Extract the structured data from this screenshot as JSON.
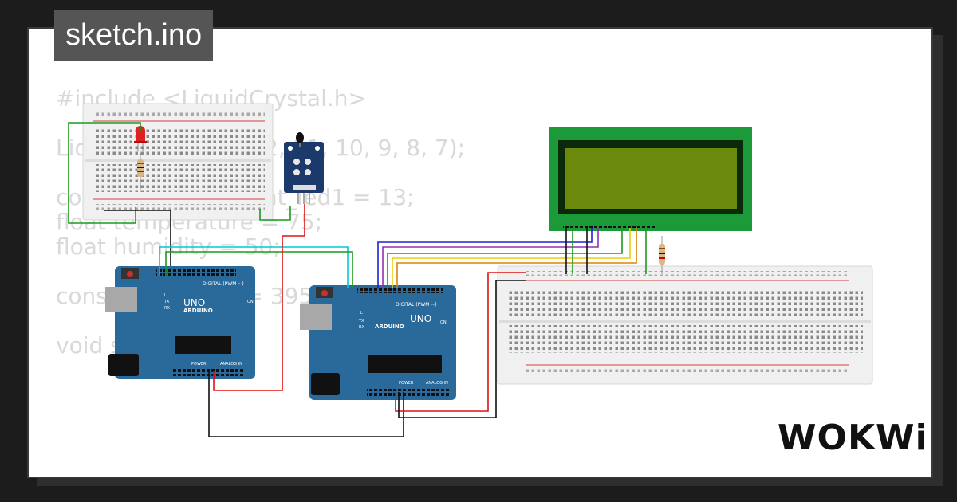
{
  "header": {
    "filename": "sketch.ino"
  },
  "code_lines": [
    "#include <LiquidCrystal.h>",
    "",
    "LiquidCrystal lcd(12, 11, 10, 9, 8, 7);",
    "",
    "const int component_led1 = 13;",
    "float temperature = 75;",
    "float humidity = 50;",
    "",
    "const float BETA = 3950;",
    "",
    "void setup() {"
  ],
  "brand": {
    "logo_text": "WOKWi"
  },
  "boards": {
    "uno1": {
      "brand": "ARDUINO",
      "model": "UNO",
      "digital_label": "DIGITAL (PWM ~)",
      "power_label": "POWER",
      "analog_label": "ANALOG IN",
      "on_label": "ON",
      "tx": "TX",
      "rx": "RX",
      "l": "L"
    },
    "uno2": {
      "brand": "ARDUINO",
      "model": "UNO",
      "digital_label": "DIGITAL (PWM ~)",
      "power_label": "POWER",
      "analog_label": "ANALOG IN",
      "on_label": "ON",
      "tx": "TX",
      "rx": "RX",
      "l": "L"
    }
  },
  "colors": {
    "background": "#1c1c1c",
    "code_text": "#d9d9d9",
    "board_blue": "#2a6a9a",
    "lcd_frame": "#1c9a3a",
    "lcd_screen": "#6b8a0c",
    "sensor_blue": "#1b3a6b",
    "wire_red": "#e01010",
    "wire_black": "#111111",
    "wire_green": "#1c9a1c",
    "wire_cyan": "#00c8d8",
    "wire_blue": "#2020d0",
    "wire_purple": "#9030b0",
    "wire_yellow": "#e8d000",
    "wire_orange": "#e08000"
  }
}
